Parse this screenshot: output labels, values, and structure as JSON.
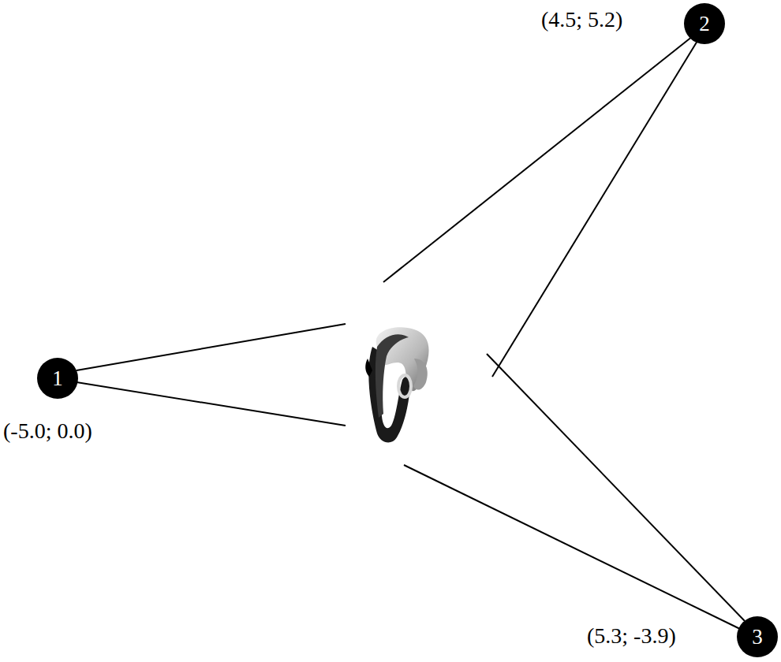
{
  "diagram": {
    "nodes": [
      {
        "text": [
          "1"
        ]
      },
      {
        "text": [
          "2"
        ]
      },
      {
        "text": [
          "3"
        ]
      }
    ],
    "labels": [
      "(-5.0; 0.0)",
      "(4.5; 5.2)",
      "(5.3; -3.9)"
    ]
  }
}
